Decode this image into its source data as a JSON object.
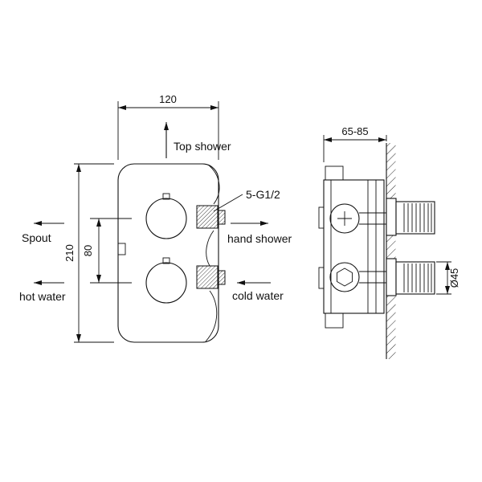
{
  "colors": {
    "line": "#111111",
    "background": "#ffffff"
  },
  "front_view": {
    "dim_width": "120",
    "dim_height": "210",
    "dim_knob_spacing": "80",
    "labels": {
      "top_shower": "Top shower",
      "spout": "Spout",
      "hot_water": "hot water",
      "hand_shower": "hand shower",
      "cold_water": "cold water",
      "thread": "5-G1/2"
    }
  },
  "side_view": {
    "dim_depth": "65-85",
    "dim_diameter": "Ø45"
  }
}
